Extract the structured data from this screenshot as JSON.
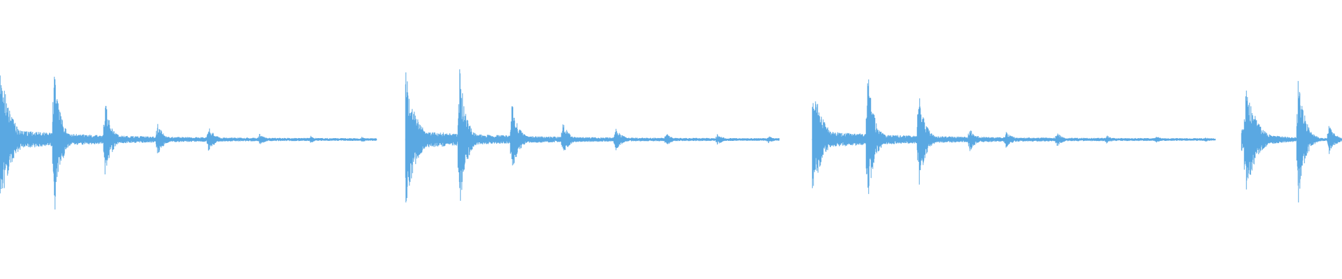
{
  "waveform": {
    "color": "#5aa8e2",
    "background": "#ffffff",
    "bursts": [
      {
        "start": 0.0,
        "end": 0.28,
        "hits": [
          0.0,
          0.04,
          0.078,
          0.117,
          0.155,
          0.193,
          0.231,
          0.269
        ],
        "amps": [
          0.78,
          0.82,
          0.4,
          0.18,
          0.14,
          0.06,
          0.04,
          0.03
        ],
        "bed": 0.1
      },
      {
        "start": 0.302,
        "end": 0.58,
        "hits": [
          0.302,
          0.342,
          0.381,
          0.419,
          0.458,
          0.496,
          0.534,
          0.572
        ],
        "amps": [
          0.72,
          0.8,
          0.4,
          0.18,
          0.14,
          0.07,
          0.06,
          0.04
        ],
        "bed": 0.09
      },
      {
        "start": 0.605,
        "end": 0.905,
        "hits": [
          0.605,
          0.646,
          0.684,
          0.722,
          0.749,
          0.787,
          0.824,
          0.861,
          0.897
        ],
        "amps": [
          0.62,
          0.76,
          0.56,
          0.14,
          0.1,
          0.08,
          0.05,
          0.04,
          0.03
        ],
        "bed": 0.08
      },
      {
        "start": 0.925,
        "end": 1.0,
        "hits": [
          0.928,
          0.967,
          0.99
        ],
        "amps": [
          0.62,
          0.7,
          0.16
        ],
        "bed": 0.11
      }
    ]
  }
}
